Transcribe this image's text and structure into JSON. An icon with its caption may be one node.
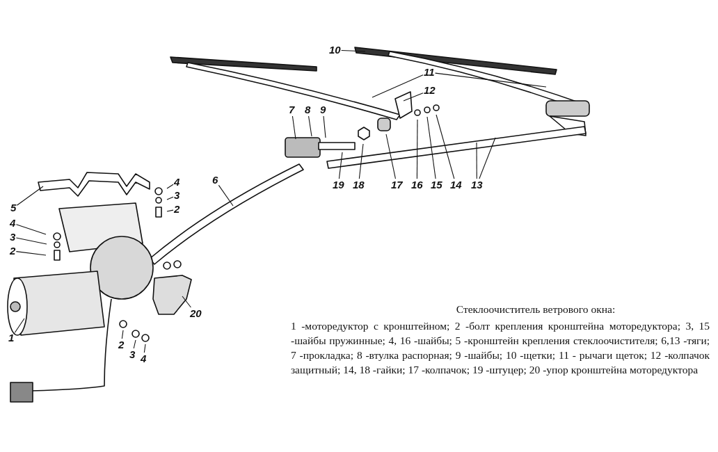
{
  "diagram": {
    "title": "Стеклоочиститель ветрового окна:",
    "caption": "1 -моторедуктор с кронштейном; 2 -болт крепления кронштейна моторедуктора; 3, 15 -шайбы пружинные; 4, 16 -шайбы; 5 -кронштейн крепления стеклоочистителя; 6,13 -тяги; 7 -прокладка; 8 -втулка распорная; 9 -шайбы; 10 -щетки; 11 - рычаги щеток; 12 -колпачок защитный; 14, 18 -гайки; 17 -колпачок; 19 -штуцер; 20 -упор кронштейна моторедуктора",
    "nodes": [
      {
        "text": [
          "10"
        ]
      },
      {
        "text": [
          "11"
        ]
      },
      {
        "text": [
          "12"
        ]
      },
      {
        "text": [
          "7"
        ]
      },
      {
        "text": [
          "8"
        ]
      },
      {
        "text": [
          "9"
        ]
      },
      {
        "text": [
          "19"
        ]
      },
      {
        "text": [
          "18"
        ]
      },
      {
        "text": [
          "17"
        ]
      },
      {
        "text": [
          "16"
        ]
      },
      {
        "text": [
          "15"
        ]
      },
      {
        "text": [
          "14"
        ]
      },
      {
        "text": [
          "13"
        ]
      },
      {
        "text": [
          "6"
        ]
      },
      {
        "text": [
          "5"
        ]
      },
      {
        "text": [
          "4"
        ]
      },
      {
        "text": [
          "3"
        ]
      },
      {
        "text": [
          "2"
        ]
      },
      {
        "text": [
          "4"
        ]
      },
      {
        "text": [
          "3"
        ]
      },
      {
        "text": [
          "2"
        ]
      },
      {
        "text": [
          "20"
        ]
      },
      {
        "text": [
          "2"
        ]
      },
      {
        "text": [
          "3"
        ]
      },
      {
        "text": [
          "4"
        ]
      },
      {
        "text": [
          "1"
        ]
      }
    ],
    "edges": [
      {
        "from": 0,
        "to": null,
        "arrow": "none"
      },
      {
        "from": 1,
        "to": null,
        "arrow": "none"
      },
      {
        "from": 1,
        "to": null,
        "arrow": "none"
      },
      {
        "from": 2,
        "to": null,
        "arrow": "none"
      },
      {
        "from": 3,
        "to": null,
        "arrow": "none"
      },
      {
        "from": 4,
        "to": null,
        "arrow": "none"
      },
      {
        "from": 5,
        "to": null,
        "arrow": "none"
      },
      {
        "from": 6,
        "to": null,
        "arrow": "none"
      },
      {
        "from": 7,
        "to": null,
        "arrow": "none"
      },
      {
        "from": 8,
        "to": null,
        "arrow": "none"
      },
      {
        "from": 9,
        "to": null,
        "arrow": "none"
      },
      {
        "from": 10,
        "to": null,
        "arrow": "none"
      },
      {
        "from": 11,
        "to": null,
        "arrow": "none"
      },
      {
        "from": 12,
        "to": null,
        "arrow": "none"
      },
      {
        "from": 12,
        "to": null,
        "arrow": "none"
      },
      {
        "from": 13,
        "to": null,
        "arrow": "none"
      },
      {
        "from": 14,
        "to": null,
        "arrow": "none"
      },
      {
        "from": 15,
        "to": null,
        "arrow": "none"
      },
      {
        "from": 16,
        "to": null,
        "arrow": "none"
      },
      {
        "from": 17,
        "to": null,
        "arrow": "none"
      },
      {
        "from": 18,
        "to": null,
        "arrow": "none"
      },
      {
        "from": 19,
        "to": null,
        "arrow": "none"
      },
      {
        "from": 20,
        "to": null,
        "arrow": "none"
      },
      {
        "from": 21,
        "to": null,
        "arrow": "none"
      },
      {
        "from": 22,
        "to": null,
        "arrow": "none"
      },
      {
        "from": 23,
        "to": null,
        "arrow": "none"
      },
      {
        "from": 24,
        "to": null,
        "arrow": "none"
      },
      {
        "from": 25,
        "to": null,
        "arrow": "none"
      }
    ]
  }
}
